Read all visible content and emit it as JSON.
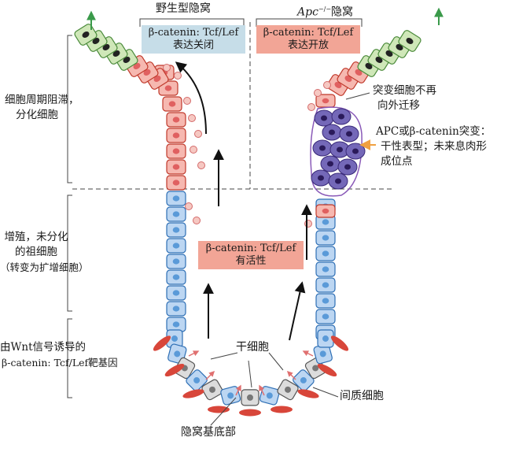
{
  "titles": {
    "wildtype": "野生型隐窝",
    "apc_prefix": "Apc",
    "apc_sup": "−/−",
    "apc_suffix": "隐窝"
  },
  "boxes": {
    "off_line1": "β-catenin: Tcf/Lef",
    "off_line2": "表达关闭",
    "on_line1": "β-catenin: Tcf/Lef",
    "on_line2": "表达开放",
    "active_line1": "β-catenin: Tcf/Lef",
    "active_line2": "有活性"
  },
  "left_labels": {
    "arrest_line1": "细胞周期阻滞，",
    "arrest_line2": "分化细胞",
    "prolif_line1": "增殖，未分化",
    "prolif_line2": "的祖细胞",
    "prolif_line3": "（转变为扩增细胞）",
    "wnt_line1": "由Wnt信号诱导的",
    "wnt_line2": "β-catenin: Tcf/Lef靶基因"
  },
  "right_labels": {
    "nomigrate_line1": "突变细胞不再",
    "nomigrate_line2": "向外迁移",
    "mutation_line1": "APC或β-catenin突变：",
    "mutation_line2": "干性表型；未来息肉形",
    "mutation_line3": "成位点"
  },
  "bottom_labels": {
    "stem_cells": "干细胞",
    "stromal_cells": "间质细胞",
    "crypt_base": "隐窝基底部"
  },
  "colors": {
    "green_cell": "#cfe7b8",
    "green_border": "#4a8a3a",
    "red_cell": "#f6b8b0",
    "red_border": "#c0392b",
    "blue_cell": "#bcd6f2",
    "blue_border": "#2e6fb5",
    "purple_cell": "#7468b8",
    "purple_border": "#3a2a7a",
    "stromal": "#d8463a",
    "box_blue": "#c6dde8",
    "box_red": "#f2a596",
    "orange_arrow": "#f0a040"
  }
}
